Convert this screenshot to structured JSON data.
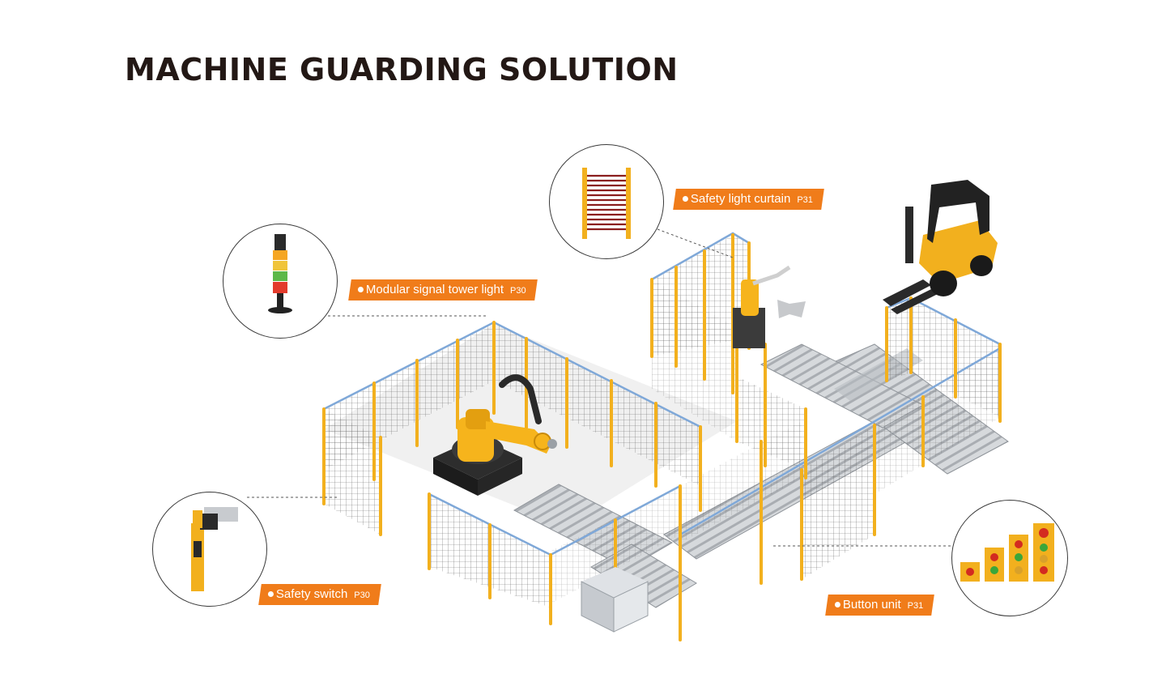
{
  "title": "MACHINE GUARDING SOLUTION",
  "colors": {
    "accent_orange": "#f07c1a",
    "post_yellow": "#f2b01e",
    "fence_mesh": "#4a4a4a",
    "rail_blue": "#7fa8d8",
    "robot_yellow": "#f6b41c"
  },
  "callouts": {
    "light_curtain": {
      "label": "Safety light curtain",
      "page": "P31",
      "icon": "light-curtain-icon"
    },
    "signal_tower": {
      "label": "Modular signal tower light",
      "page": "P30",
      "icon": "signal-tower-icon"
    },
    "safety_switch": {
      "label": "Safety switch",
      "page": "P30",
      "icon": "safety-switch-icon"
    },
    "button_unit": {
      "label": "Button unit",
      "page": "P31",
      "icon": "button-unit-icon"
    }
  }
}
